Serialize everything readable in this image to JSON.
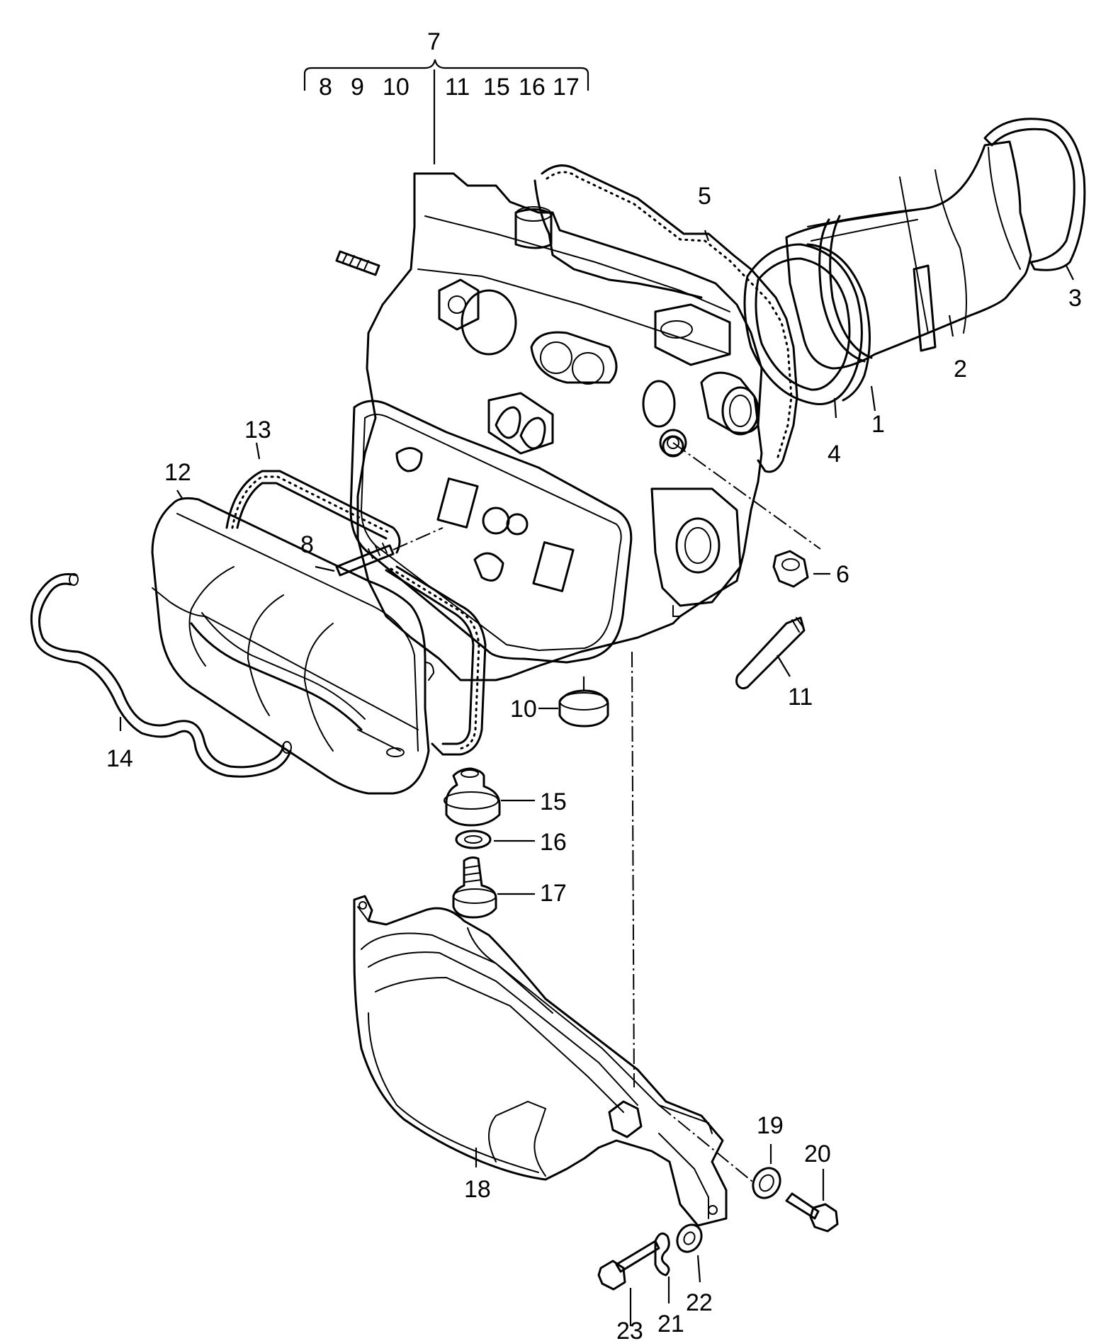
{
  "group_label": "7",
  "group_members": [
    "8",
    "9",
    "10",
    "11",
    "15",
    "16",
    "17"
  ],
  "callouts": {
    "c1": "1",
    "c2": "2",
    "c3": "3",
    "c4": "4",
    "c5": "5",
    "c6": "6",
    "c8": "8",
    "c10": "10",
    "c11": "11",
    "c12": "12",
    "c13": "13",
    "c14": "14",
    "c15": "15",
    "c16": "16",
    "c17": "17",
    "c18": "18",
    "c19": "19",
    "c20": "20",
    "c21": "21",
    "c22": "22",
    "c23": "23"
  }
}
